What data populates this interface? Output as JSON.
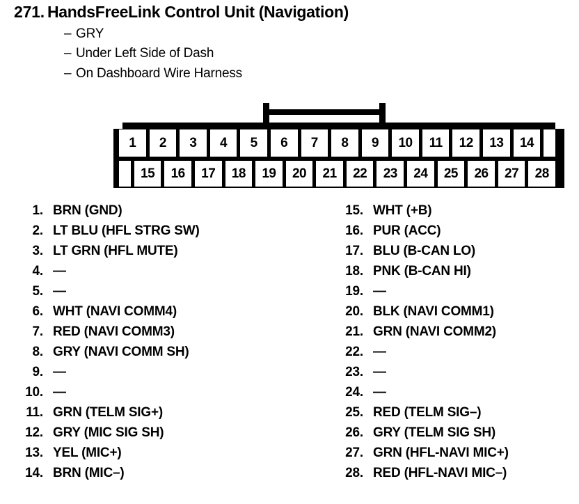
{
  "header": {
    "number": "271.",
    "title": "HandsFreeLink Control Unit (Navigation)",
    "dash": "–",
    "details": [
      "GRY",
      "Under Left Side of Dash",
      "On Dashboard Wire Harness"
    ]
  },
  "connector": {
    "top_row_labels": [
      "1",
      "2",
      "3",
      "4",
      "5",
      "6",
      "7",
      "8",
      "9",
      "10",
      "11",
      "12",
      "13",
      "14"
    ],
    "bottom_row_labels": [
      "15",
      "16",
      "17",
      "18",
      "19",
      "20",
      "21",
      "22",
      "23",
      "24",
      "25",
      "26",
      "27",
      "28"
    ],
    "total_pins": 28,
    "shell_color": "#000000",
    "cavity_color": "#ffffff"
  },
  "pins": {
    "left_column": [
      {
        "num": "1.",
        "desc": "BRN (GND)"
      },
      {
        "num": "2.",
        "desc": "LT BLU (HFL STRG SW)"
      },
      {
        "num": "3.",
        "desc": "LT GRN (HFL MUTE)"
      },
      {
        "num": "4.",
        "desc": "—"
      },
      {
        "num": "5.",
        "desc": "—"
      },
      {
        "num": "6.",
        "desc": "WHT (NAVI COMM4)"
      },
      {
        "num": "7.",
        "desc": "RED (NAVI COMM3)"
      },
      {
        "num": "8.",
        "desc": "GRY (NAVI COMM SH)"
      },
      {
        "num": "9.",
        "desc": "—"
      },
      {
        "num": "10.",
        "desc": "—"
      },
      {
        "num": "11.",
        "desc": "GRN (TELM SIG+)"
      },
      {
        "num": "12.",
        "desc": "GRY (MIC SIG SH)"
      },
      {
        "num": "13.",
        "desc": "YEL (MIC+)"
      },
      {
        "num": "14.",
        "desc": "BRN (MIC–)"
      }
    ],
    "right_column": [
      {
        "num": "15.",
        "desc": "WHT (+B)"
      },
      {
        "num": "16.",
        "desc": "PUR (ACC)"
      },
      {
        "num": "17.",
        "desc": "BLU (B-CAN LO)"
      },
      {
        "num": "18.",
        "desc": "PNK (B-CAN HI)"
      },
      {
        "num": "19.",
        "desc": "—"
      },
      {
        "num": "20.",
        "desc": "BLK (NAVI COMM1)"
      },
      {
        "num": "21.",
        "desc": "GRN (NAVI COMM2)"
      },
      {
        "num": "22.",
        "desc": "—"
      },
      {
        "num": "23.",
        "desc": "—"
      },
      {
        "num": "24.",
        "desc": "—"
      },
      {
        "num": "25.",
        "desc": "RED (TELM SIG–)"
      },
      {
        "num": "26.",
        "desc": "GRY (TELM SIG SH)"
      },
      {
        "num": "27.",
        "desc": "GRN (HFL-NAVI MIC+)"
      },
      {
        "num": "28.",
        "desc": "RED (HFL-NAVI MIC–)"
      }
    ]
  }
}
